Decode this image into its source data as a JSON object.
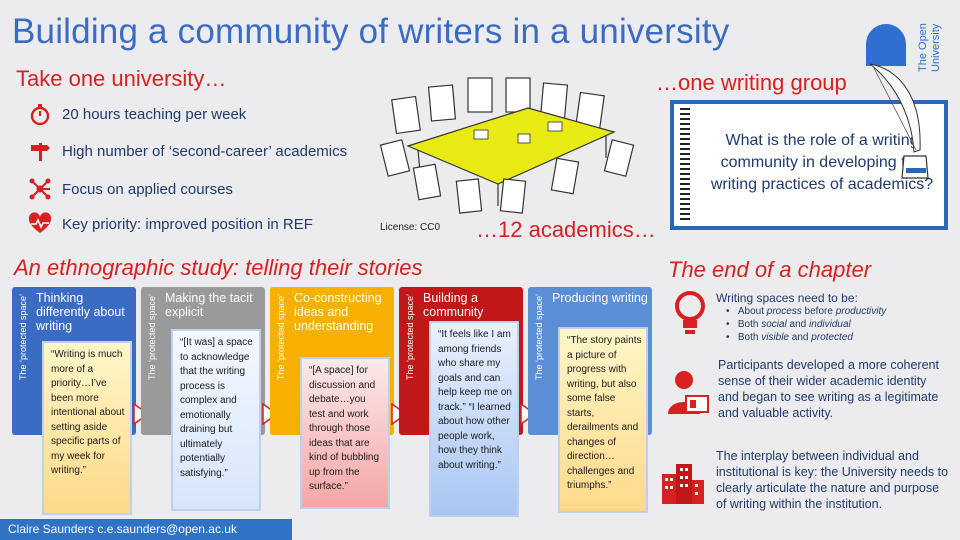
{
  "title": "Building a community of writers in a university",
  "logo": {
    "name": "The Open University"
  },
  "left_heading": "Take one university…",
  "bullets": [
    {
      "icon": "stopwatch-icon",
      "text": "20 hours teaching per week"
    },
    {
      "icon": "signpost-icon",
      "text": "High number of ‘second-career’ academics"
    },
    {
      "icon": "network-icon",
      "text": "Focus on applied courses"
    },
    {
      "icon": "heartbeat-icon",
      "text": "Key priority: improved position in REF"
    }
  ],
  "license": "License: CC0",
  "academics": "…12 academics…",
  "group_heading": "…one writing group",
  "notebook_question": "What is the role of a writing community in developing the writing practices of academics?",
  "study_heading": "An ethnographic study: telling their stories",
  "protected_label": "The ‘protected space’",
  "stages": [
    {
      "title": "Thinking differently about writing",
      "quote": "“Writing is much more of a priority…I’ve been more intentional about setting aside specific parts of my week for writing.”"
    },
    {
      "title": "Making the tacit explicit",
      "quote": "“[It was] a space to acknowledge that the writing process is complex and emotionally draining but ultimately potentially satisfying.”"
    },
    {
      "title": "Co-constructing ideas and understanding",
      "quote": "“[A space] for discussion and debate…you test and work through those ideas that are kind of bubbling up from the surface.”"
    },
    {
      "title": "Building a community",
      "quote": "“It feels like I am among friends who share my goals and can help keep me on track.” “I learned about how other people work, how they think about writing.”"
    },
    {
      "title": "Producing writing",
      "quote": "“The story paints a picture of progress with writing, but also some false starts, derailments and changes of direction… challenges and triumphs.”"
    }
  ],
  "end_heading": "The end of a chapter",
  "end": {
    "spaces_intro": "Writing spaces need to be:",
    "spaces": [
      [
        "About ",
        "process",
        " before ",
        "productivity"
      ],
      [
        "Both ",
        "social",
        " and ",
        "individual"
      ],
      [
        "Both ",
        "visible",
        " and ",
        "protected"
      ]
    ],
    "identity": "Participants developed a more coherent sense of their wider academic identity and began to see writing as a legitimate and valuable activity.",
    "interplay": "The interplay between individual and institutional is key: the University needs to clearly articulate the nature and purpose of writing within the institution."
  },
  "footer": "Claire Saunders c.e.saunders@open.ac.uk",
  "colors": {
    "title": "#3a6cc4",
    "accent_red": "#d92020",
    "text": "#1f3a6b",
    "stage_colors": [
      "#3a6cc4",
      "#9a9a9a",
      "#f5b000",
      "#c01818",
      "#5a8fd6"
    ],
    "quote_bgs": [
      [
        "#fdf6c8",
        "#ffd98a"
      ],
      [
        "#f4f8ff",
        "#d6e6fb"
      ],
      [
        "#fce9e9",
        "#f4a6a6"
      ],
      [
        "#e9f1ff",
        "#a9c6f2"
      ],
      [
        "#fdf6c8",
        "#ffd98a"
      ]
    ]
  }
}
